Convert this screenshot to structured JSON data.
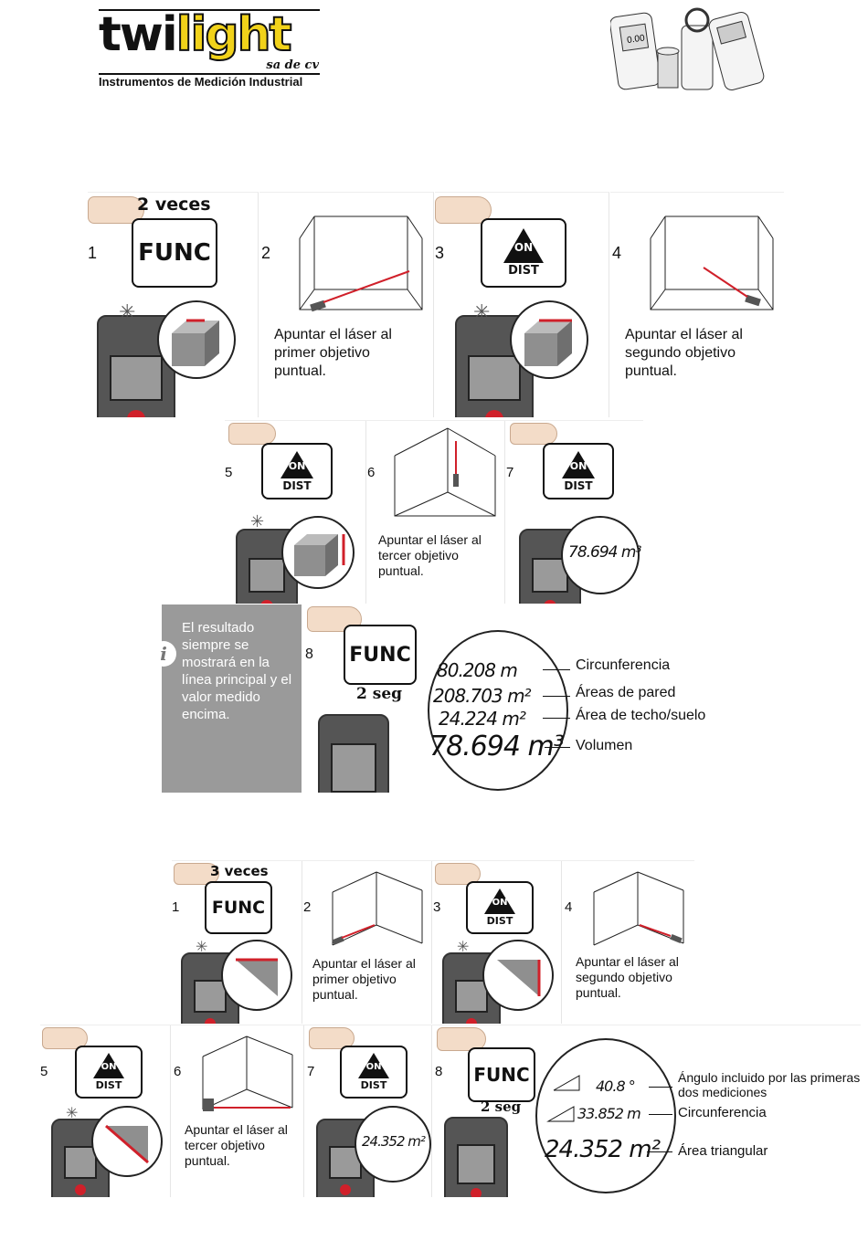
{
  "header": {
    "brand_a": "twi",
    "brand_b": "light",
    "suffix": "sa de cv",
    "tagline": "Instrumentos de Medición Industrial",
    "meter_reading": "0.00"
  },
  "volume_section": {
    "steps": [
      {
        "num": "1",
        "top_label": "2 veces",
        "button": "FUNC"
      },
      {
        "num": "2",
        "caption": [
          "Apuntar el láser al",
          "primer objetivo",
          "puntual."
        ]
      },
      {
        "num": "3",
        "button_top": "ON",
        "button_bottom": "DIST"
      },
      {
        "num": "4",
        "caption": [
          "Apuntar el láser al",
          "segundo objetivo",
          "puntual."
        ]
      },
      {
        "num": "5",
        "button_top": "ON",
        "button_bottom": "DIST"
      },
      {
        "num": "6",
        "caption": [
          "Apuntar el láser al",
          "tercer objetivo",
          "puntual."
        ]
      },
      {
        "num": "7",
        "button_top": "ON",
        "button_bottom": "DIST",
        "display": "78.694 m³"
      },
      {
        "num": "8",
        "button": "FUNC",
        "bottom_label": "2 seg"
      }
    ],
    "info_text": "El resultado siempre se mostrará en la línea principal y el valor medido encima.",
    "info_icon": "i",
    "results": [
      {
        "value": "80.208 m",
        "label": "Circunferencia"
      },
      {
        "value": "208.703 m²",
        "label": "Áreas de pared"
      },
      {
        "value": "24.224 m²",
        "label": "Área de techo/suelo"
      },
      {
        "value": "78.694 m³",
        "label": "Volumen"
      }
    ]
  },
  "triangle_section": {
    "steps": [
      {
        "num": "1",
        "top_label": "3 veces",
        "button": "FUNC"
      },
      {
        "num": "2",
        "caption": [
          "Apuntar el láser al",
          "primer objetivo",
          "puntual."
        ]
      },
      {
        "num": "3",
        "button_top": "ON",
        "button_bottom": "DIST"
      },
      {
        "num": "4",
        "caption": [
          "Apuntar el láser al",
          "segundo objetivo",
          "puntual."
        ]
      },
      {
        "num": "5",
        "button_top": "ON",
        "button_bottom": "DIST"
      },
      {
        "num": "6",
        "caption": [
          "Apuntar el láser al",
          "tercer objetivo",
          "puntual."
        ]
      },
      {
        "num": "7",
        "button_top": "ON",
        "button_bottom": "DIST",
        "display": "24.352 m²"
      },
      {
        "num": "8",
        "button": "FUNC",
        "bottom_label": "2 seg"
      }
    ],
    "results": [
      {
        "value": "40.8 °",
        "label": "Ángulo incluido por las primeras dos mediciones"
      },
      {
        "value": "33.852 m",
        "label": "Circunferencia"
      },
      {
        "value": "24.352 m²",
        "label": "Área triangular"
      }
    ]
  }
}
